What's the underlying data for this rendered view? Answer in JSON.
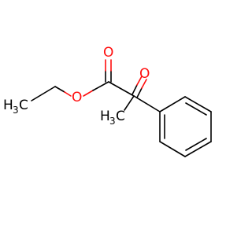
{
  "molecule": {
    "labels": {
      "carbonyl_oxygen_top": "O",
      "ketone_oxygen": "O",
      "ester_oxygen": "O",
      "ethyl_methyl": {
        "main": "H",
        "sub": "3",
        "tail": "C"
      },
      "alpha_methyl": {
        "main": "H",
        "sub": "3",
        "tail": "C"
      }
    },
    "colors": {
      "carbon_bond": "#000000",
      "oxygen": "#ff0d0d",
      "background": "#ffffff"
    }
  }
}
